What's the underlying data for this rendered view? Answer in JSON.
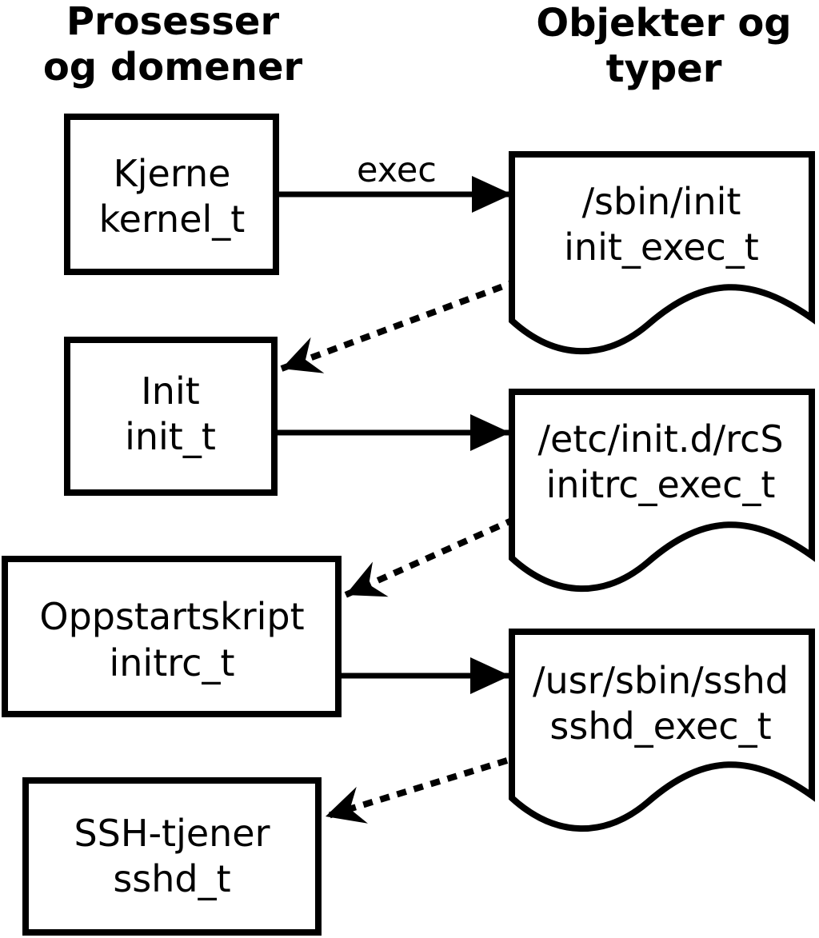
{
  "diagram": {
    "column_headers": {
      "left": {
        "line1": "Prosesser",
        "line2": "og domener"
      },
      "right": {
        "line1": "Objekter og",
        "line2": "typer"
      }
    },
    "processes": [
      {
        "label": "Kjerne",
        "type": "kernel_t"
      },
      {
        "label": "Init",
        "type": "init_t"
      },
      {
        "label": "Oppstartskript",
        "type": "initrc_t"
      },
      {
        "label": "SSH-tjener",
        "type": "sshd_t"
      }
    ],
    "objects": [
      {
        "path": "/sbin/init",
        "type": "init_exec_t"
      },
      {
        "path": "/etc/init.d/rcS",
        "type": "initrc_exec_t"
      },
      {
        "path": "/usr/sbin/sshd",
        "type": "sshd_exec_t"
      }
    ],
    "edge_labels": {
      "exec": "exec"
    },
    "colors": {
      "stroke": "#000000",
      "shape_fill": "#ffffff",
      "background": "#ffffff"
    }
  }
}
